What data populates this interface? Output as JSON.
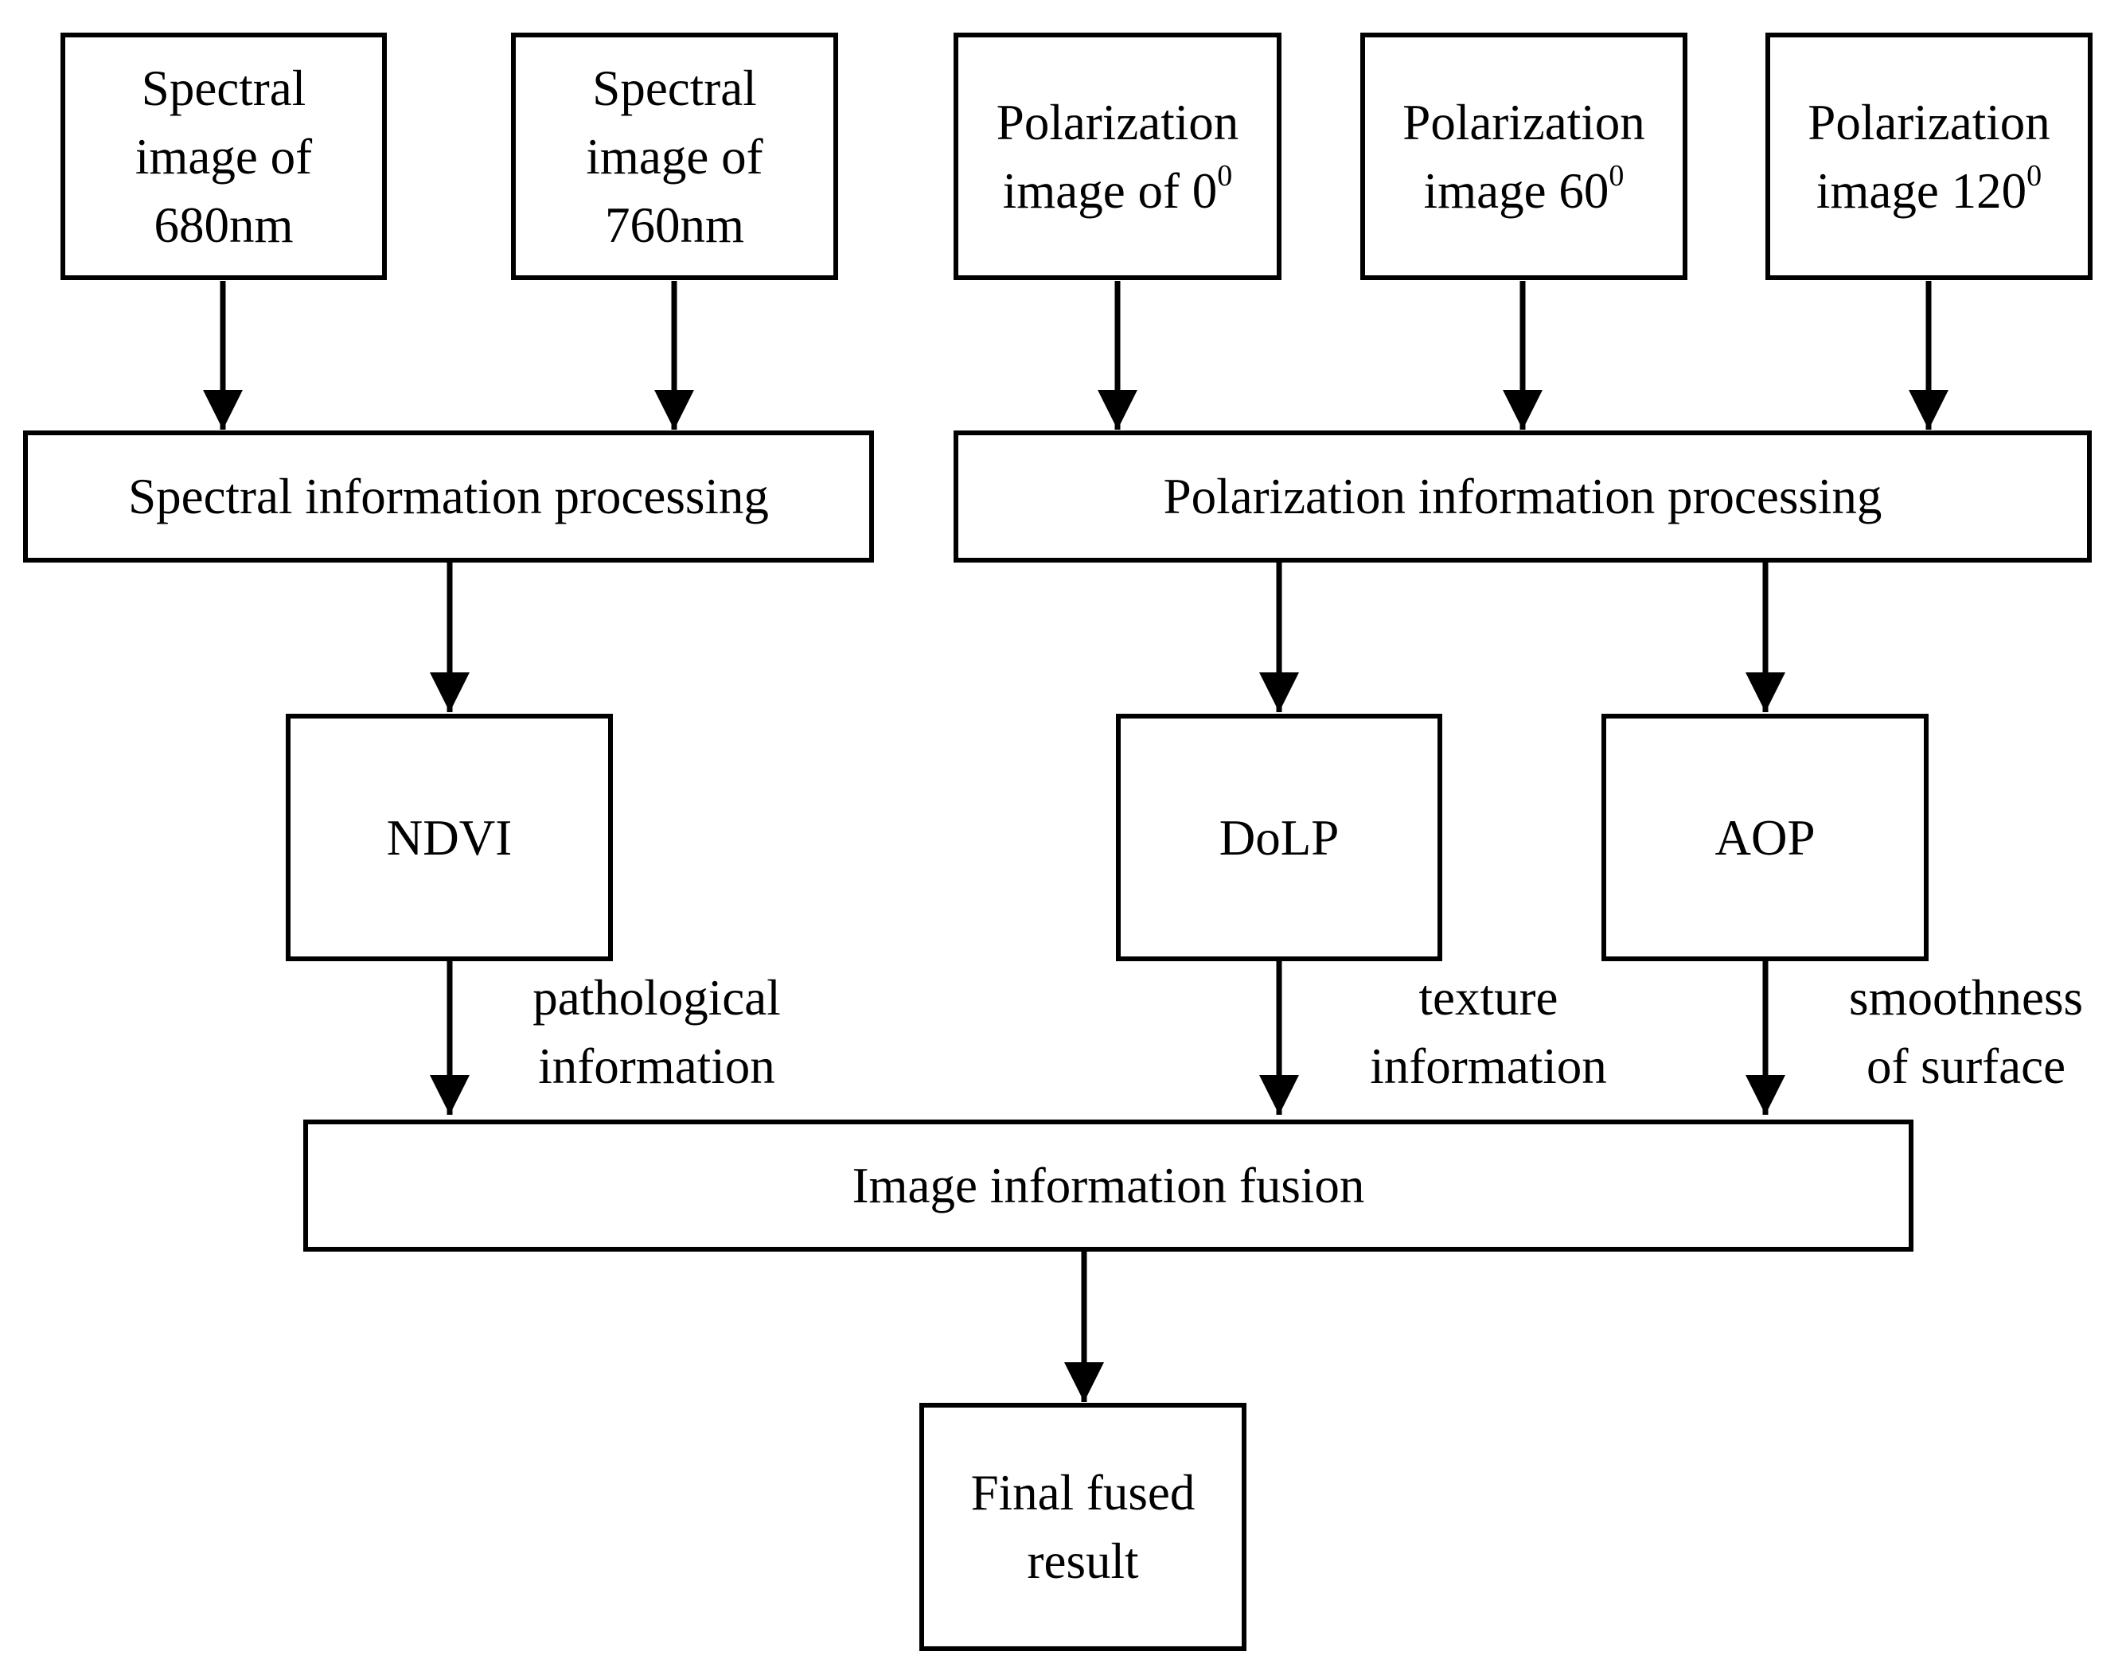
{
  "nodes": {
    "spectral_680": {
      "line1": "Spectral",
      "line2": "image of",
      "line3": "680nm"
    },
    "spectral_760": {
      "line1": "Spectral",
      "line2": "image of",
      "line3": "760nm"
    },
    "polarization_0": {
      "line1": "Polarization",
      "line2": "image of 0",
      "sup": "0"
    },
    "polarization_60": {
      "line1": "Polarization",
      "line2": "image 60",
      "sup": "0"
    },
    "polarization_120": {
      "line1": "Polarization",
      "line2": "image 120",
      "sup": "0"
    },
    "spectral_processing": {
      "label": "Spectral information processing"
    },
    "polarization_processing": {
      "label": "Polarization information processing"
    },
    "ndvi": {
      "label": "NDVI"
    },
    "dolp": {
      "label": "DoLP"
    },
    "aop": {
      "label": "AOP"
    },
    "fusion": {
      "label": "Image information fusion"
    },
    "final": {
      "line1": "Final fused",
      "line2": "result"
    }
  },
  "edge_labels": {
    "pathological": {
      "line1": "pathological",
      "line2": "information"
    },
    "texture": {
      "line1": "texture",
      "line2": "information"
    },
    "smoothness": {
      "line1": "smoothness",
      "line2": "of surface"
    }
  },
  "edges": [
    [
      "spectral_680",
      "spectral_processing"
    ],
    [
      "spectral_760",
      "spectral_processing"
    ],
    [
      "polarization_0",
      "polarization_processing"
    ],
    [
      "polarization_60",
      "polarization_processing"
    ],
    [
      "polarization_120",
      "polarization_processing"
    ],
    [
      "spectral_processing",
      "ndvi"
    ],
    [
      "polarization_processing",
      "dolp"
    ],
    [
      "polarization_processing",
      "aop"
    ],
    [
      "ndvi",
      "fusion"
    ],
    [
      "dolp",
      "fusion"
    ],
    [
      "aop",
      "fusion"
    ],
    [
      "fusion",
      "final"
    ]
  ]
}
